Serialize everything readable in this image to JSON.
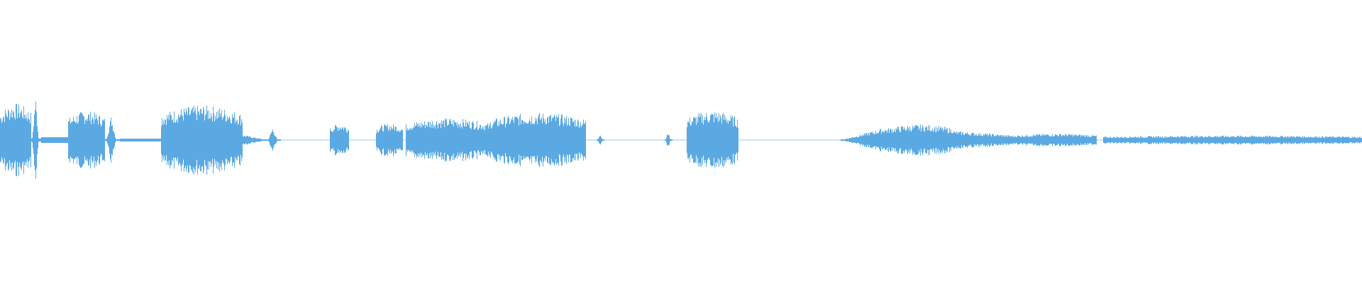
{
  "waveform": {
    "color": "#5aa9e3",
    "background": "#ffffff",
    "segments": [
      {
        "start": 0.0,
        "end": 0.023,
        "amp": 0.2,
        "shape": "block"
      },
      {
        "start": 0.023,
        "end": 0.03,
        "amp": 0.26,
        "shape": "spike"
      },
      {
        "start": 0.03,
        "end": 0.05,
        "amp": 0.02,
        "shape": "flat"
      },
      {
        "start": 0.05,
        "end": 0.077,
        "amp": 0.16,
        "shape": "block"
      },
      {
        "start": 0.077,
        "end": 0.088,
        "amp": 0.14,
        "shape": "spike"
      },
      {
        "start": 0.088,
        "end": 0.118,
        "amp": 0.01,
        "shape": "flat"
      },
      {
        "start": 0.118,
        "end": 0.178,
        "amp": 0.19,
        "shape": "block"
      },
      {
        "start": 0.178,
        "end": 0.196,
        "amp": 0.03,
        "shape": "tail"
      },
      {
        "start": 0.196,
        "end": 0.206,
        "amp": 0.07,
        "shape": "spike"
      },
      {
        "start": 0.242,
        "end": 0.256,
        "amp": 0.09,
        "shape": "block"
      },
      {
        "start": 0.276,
        "end": 0.296,
        "amp": 0.09,
        "shape": "block"
      },
      {
        "start": 0.298,
        "end": 0.36,
        "amp": 0.12,
        "shape": "block"
      },
      {
        "start": 0.36,
        "end": 0.43,
        "amp": 0.15,
        "shape": "block"
      },
      {
        "start": 0.438,
        "end": 0.444,
        "amp": 0.04,
        "shape": "spike"
      },
      {
        "start": 0.488,
        "end": 0.494,
        "amp": 0.05,
        "shape": "spike"
      },
      {
        "start": 0.504,
        "end": 0.542,
        "amp": 0.16,
        "shape": "block"
      },
      {
        "start": 0.617,
        "end": 0.65,
        "amp": 0.07,
        "shape": "ramp-up"
      },
      {
        "start": 0.65,
        "end": 0.7,
        "amp": 0.085,
        "shape": "block"
      },
      {
        "start": 0.7,
        "end": 0.745,
        "amp": 0.05,
        "shape": "ramp-down"
      },
      {
        "start": 0.745,
        "end": 0.805,
        "amp": 0.035,
        "shape": "block"
      },
      {
        "start": 0.81,
        "end": 1.0,
        "amp": 0.025,
        "shape": "block"
      }
    ]
  }
}
